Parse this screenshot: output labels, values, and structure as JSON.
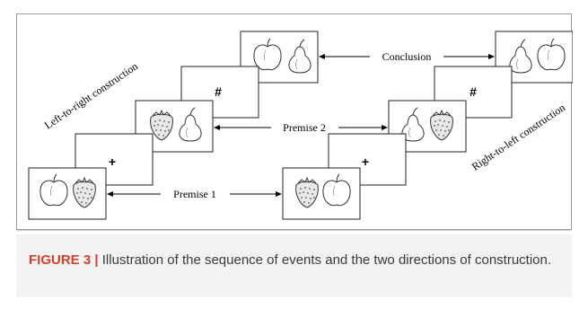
{
  "figure": {
    "labels": {
      "left_construction": "Left-to-right construction",
      "right_construction": "Right-to-left construction",
      "premise1": "Premise 1",
      "premise2": "Premise 2",
      "conclusion": "Conclusion"
    },
    "symbols": {
      "plus": "+",
      "hash": "#"
    },
    "fruit": {
      "apple": "apple-icon",
      "pear": "pear-icon",
      "strawberry": "strawberry-icon"
    }
  },
  "caption": {
    "label": "FIGURE 3",
    "separator": "|",
    "text": "Illustration of the sequence of events and the two directions of construction."
  },
  "colors": {
    "caption_label": "#d6402a",
    "caption_bg": "#f1f3f4",
    "border": "#9a9a9a"
  }
}
